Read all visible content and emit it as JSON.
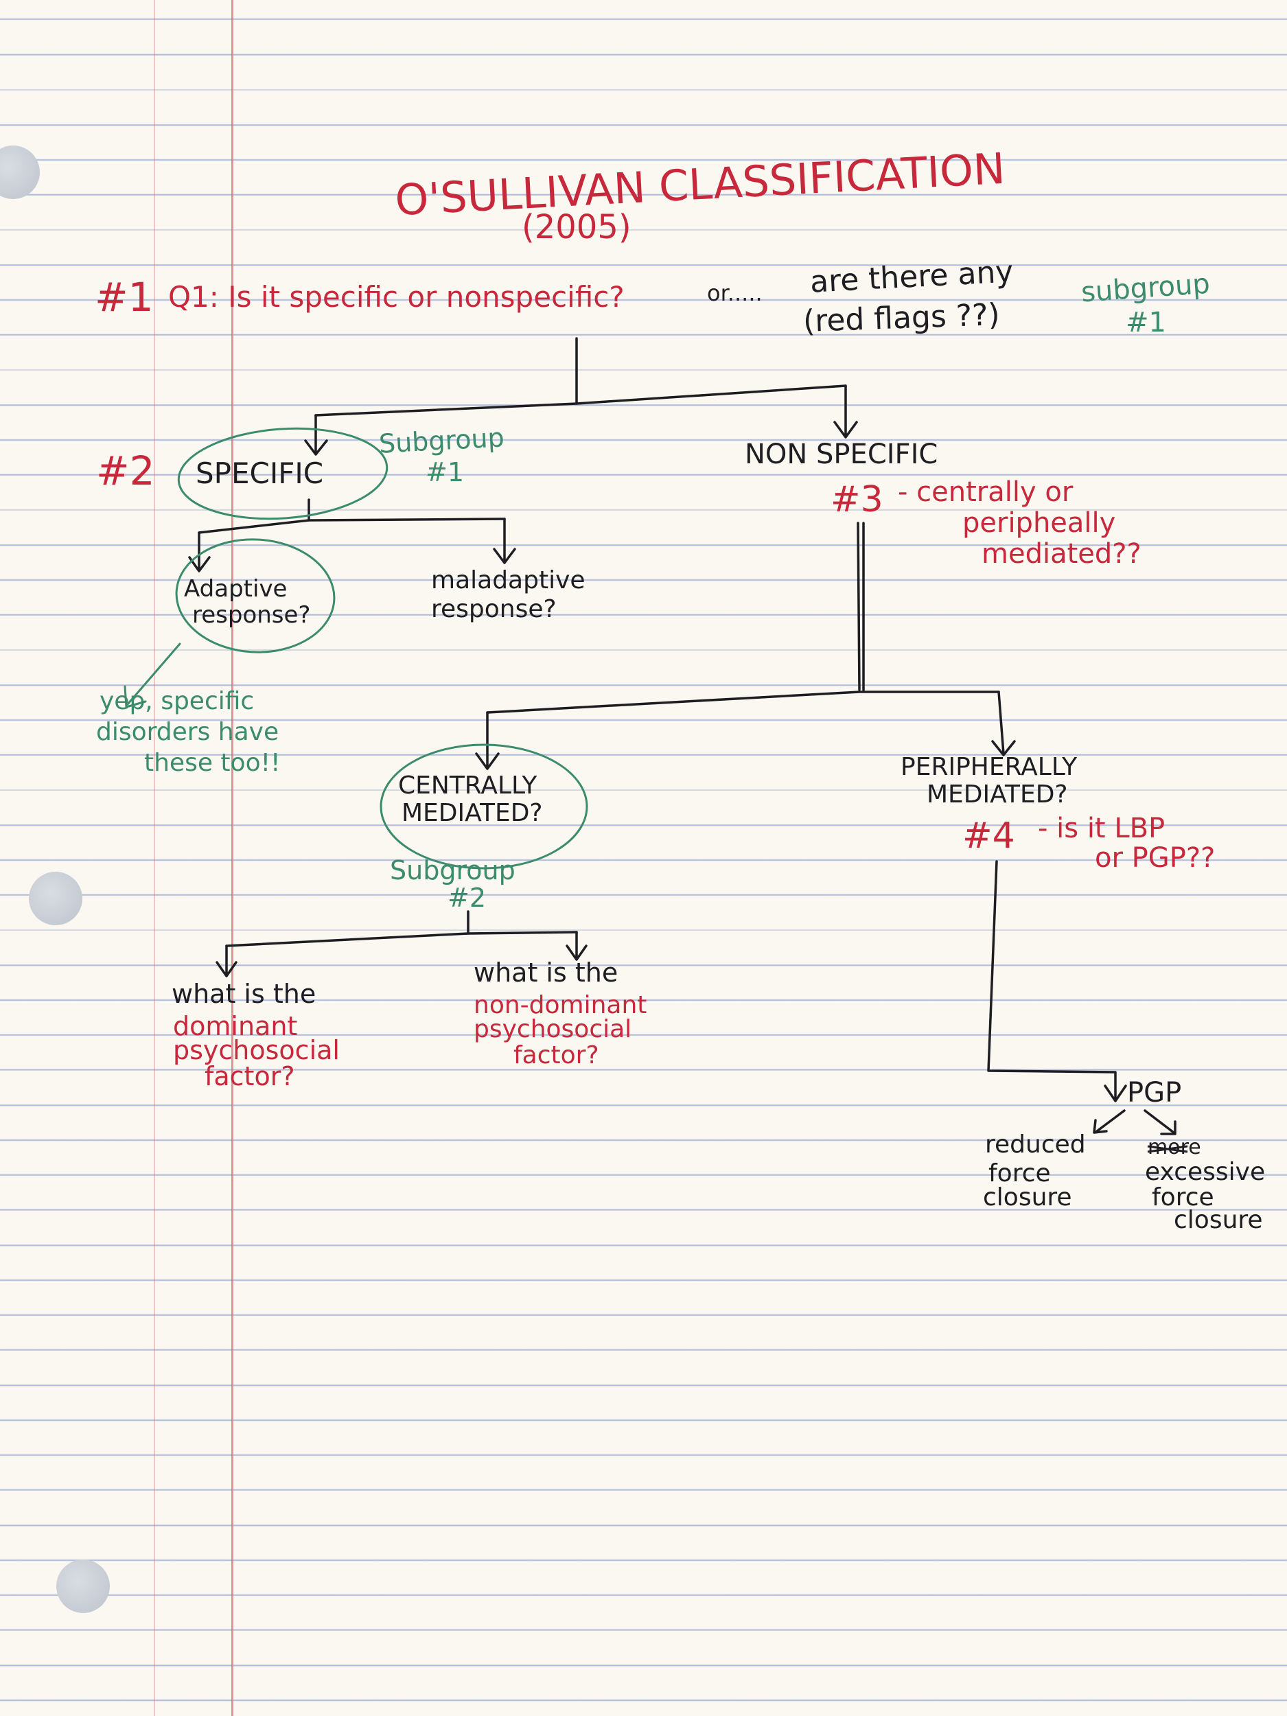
{
  "title": "O'SULLIVAN CLASSIFICATION",
  "year": "(2005)",
  "q1": {
    "num": "#1",
    "question": "Q1: Is it specific or nonspecific?",
    "alt_prefix": "or.....",
    "alt_line1": "are there any",
    "alt_line2": "(red flags ??)",
    "subgroup_line1": "subgroup",
    "subgroup_line2": "#1"
  },
  "specific": {
    "num": "#2",
    "label": "SPECIFIC",
    "subgroup_line1": "Subgroup",
    "subgroup_line2": "#1"
  },
  "adaptive": {
    "line1": "Adaptive",
    "line2": "response?",
    "note_line1": "yep, specific",
    "note_line2": "disorders have",
    "note_line3": "these too!!"
  },
  "maladaptive": {
    "line1": "maladaptive",
    "line2": "response?"
  },
  "non_specific": {
    "label": "NON SPECIFIC",
    "num": "#3",
    "q_line1": "- centrally or",
    "q_line2": "peripheally",
    "q_line3": "mediated??"
  },
  "centrally": {
    "line1": "CENTRALLY",
    "line2": "MEDIATED?",
    "subgroup_line1": "Subgroup",
    "subgroup_line2": "#2"
  },
  "peripherally": {
    "line1": "PERIPHERALLY",
    "line2": "MEDIATED?",
    "num": "#4",
    "q_line1": "- is it LBP",
    "q_line2": "or PGP??"
  },
  "dominant": {
    "line1": "what is the",
    "line2": "dominant",
    "line3": "psychosocial",
    "line4": "factor?"
  },
  "non_dominant": {
    "line1": "what is the",
    "line2": "non-dominant",
    "line3": "psychosocial",
    "line4": "factor?"
  },
  "pgp": {
    "label": "PGP",
    "reduced_line1": "reduced",
    "reduced_line2": "force",
    "reduced_line3": "closure",
    "excessive_struck": "more",
    "excessive_line1": "excessive",
    "excessive_line2": "force",
    "excessive_line3": "closure"
  },
  "colors": {
    "red_ink": "#c8283b",
    "black_ink": "#1e1e22",
    "green_ink": "#3b8b6c",
    "paper": "#faf8f1",
    "rule_line": "#788cc8",
    "margin_line": "#dc6e78"
  }
}
